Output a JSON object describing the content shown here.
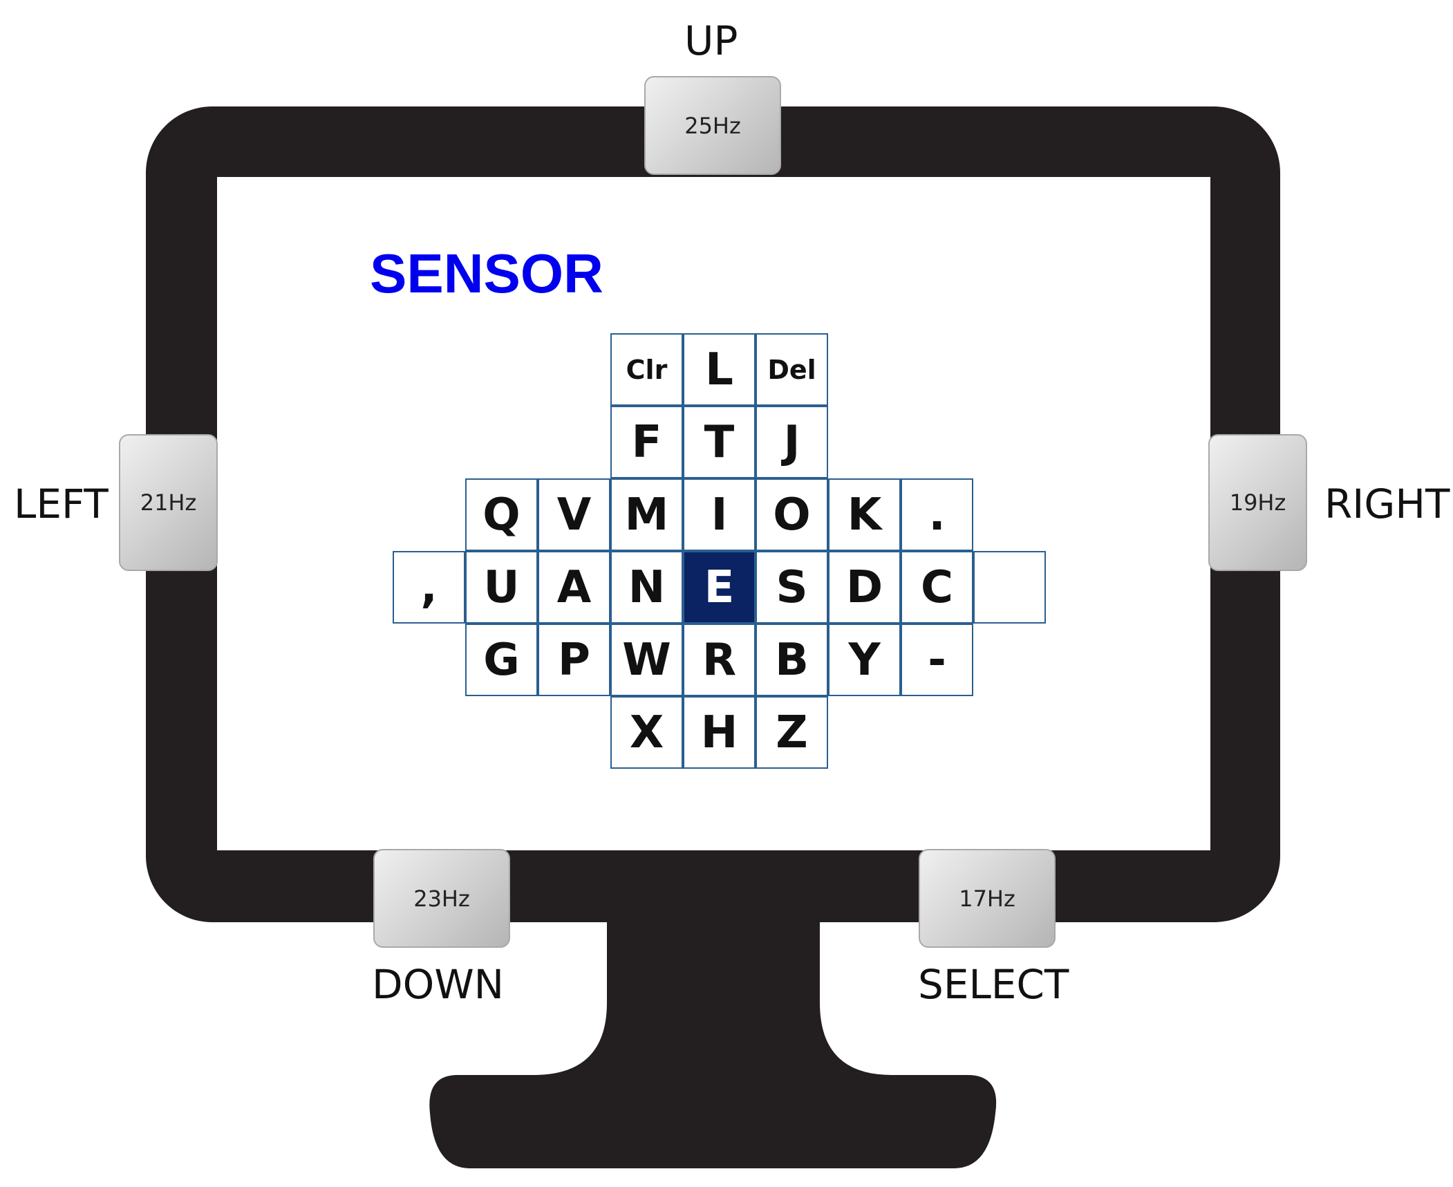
{
  "typed_text": "SENSOR",
  "keyboard": {
    "selected_key": "E",
    "rows": [
      [
        "Clr",
        "L",
        "Del"
      ],
      [
        "F",
        "T",
        "J"
      ],
      [
        "Q",
        "V",
        "M",
        "I",
        "O",
        "K",
        "."
      ],
      [
        ",",
        "U",
        "A",
        "N",
        "E",
        "S",
        "D",
        "C",
        ""
      ],
      [
        "G",
        "P",
        "W",
        "R",
        "B",
        "Y",
        "-"
      ],
      [
        "X",
        "H",
        "Z"
      ]
    ]
  },
  "controls": {
    "up": {
      "label": "UP",
      "frequency": "25Hz"
    },
    "left": {
      "label": "LEFT",
      "frequency": "21Hz"
    },
    "right": {
      "label": "RIGHT",
      "frequency": "19Hz"
    },
    "down": {
      "label": "DOWN",
      "frequency": "23Hz"
    },
    "select": {
      "label": "SELECT",
      "frequency": "17Hz"
    }
  },
  "colors": {
    "typed_text": "#0000ee",
    "key_border": "#2a5f8f",
    "selected_key_bg": "#0b2363",
    "monitor": "#231f20"
  }
}
